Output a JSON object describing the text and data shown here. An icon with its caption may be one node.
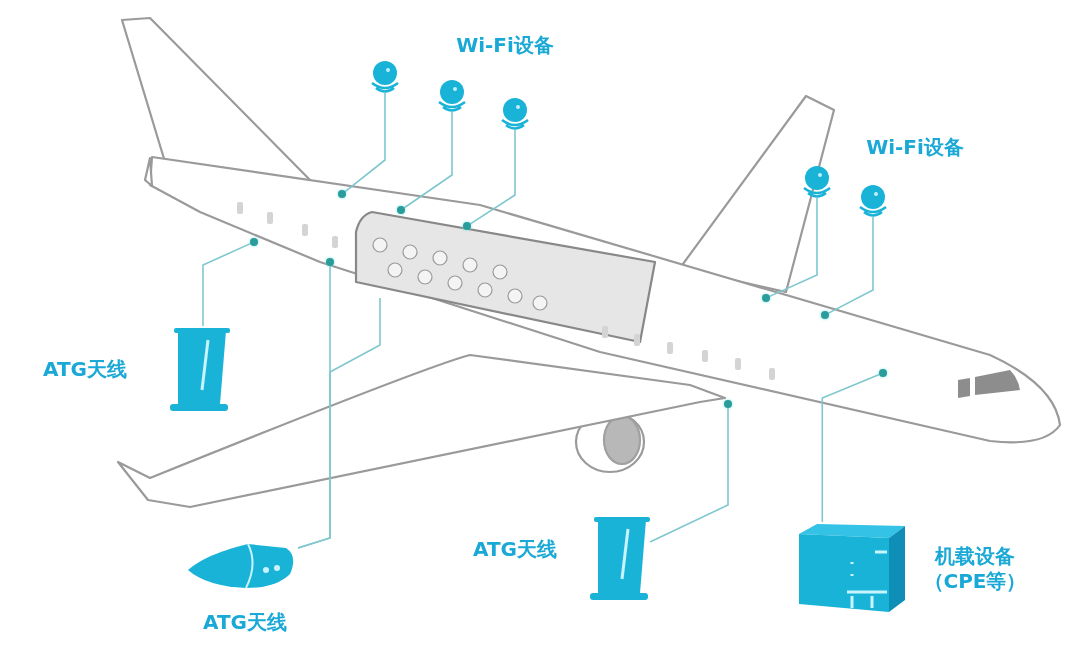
{
  "diagram": {
    "nodes": [
      {
        "text": [],
        "shape": "picture"
      },
      {
        "text": [],
        "shape": "picture"
      },
      {
        "text": [],
        "shape": "picture"
      },
      {
        "text": [],
        "shape": "picture"
      },
      {
        "text": [],
        "shape": "picture"
      },
      {
        "text": [],
        "shape": "circle"
      },
      {
        "text": [],
        "shape": "circle"
      },
      {
        "text": [],
        "shape": "circle"
      },
      {
        "text": [],
        "shape": "circle"
      },
      {
        "text": [],
        "shape": "circle"
      },
      {
        "text": [],
        "shape": "circle"
      },
      {
        "text": [],
        "shape": "circle"
      },
      {
        "text": [],
        "shape": "circle"
      },
      {
        "text": [],
        "shape": "circle"
      },
      {
        "text": [],
        "shape": "picture",
        "beside": [
          "ATG天线"
        ]
      },
      {
        "text": [],
        "shape": "picture",
        "beside": [
          "ATG天线"
        ]
      },
      {
        "text": [],
        "shape": "picture",
        "beside": [
          "ATG天线"
        ]
      },
      {
        "text": [],
        "shape": "picture",
        "beside": [
          "机载设备（CPE等）"
        ]
      }
    ],
    "edges": [
      {
        "from": 0,
        "to": 5,
        "arrow": "none"
      },
      {
        "from": 1,
        "to": 6,
        "arrow": "none"
      },
      {
        "from": 2,
        "to": 7,
        "arrow": "none"
      },
      {
        "from": 3,
        "to": 8,
        "arrow": "none"
      },
      {
        "from": 4,
        "to": 9,
        "arrow": "none"
      },
      {
        "from": 14,
        "to": 10,
        "arrow": "none"
      },
      {
        "from": 15,
        "to": 11,
        "arrow": "none"
      },
      {
        "from": 15,
        "to": null,
        "arrow": "none"
      },
      {
        "from": 16,
        "to": 12,
        "arrow": "none"
      },
      {
        "from": 17,
        "to": 13,
        "arrow": "none"
      }
    ],
    "labels": [
      "Wi-Fi设备",
      "Wi-Fi设备"
    ]
  }
}
